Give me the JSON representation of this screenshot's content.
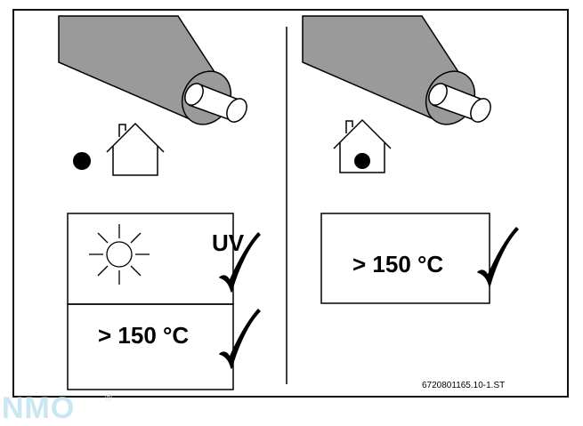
{
  "left_panel": {
    "uv_label": "UV",
    "temperature_label": "> 150 °C"
  },
  "right_panel": {
    "temperature_label": "> 150 °C"
  },
  "figure_code": "6720801165.10-1.ST",
  "watermark": "NMO",
  "watermark_mark": "®",
  "colors": {
    "pipe_fill": "#9a9a9a",
    "line": "#000000",
    "watermark": "#c9e6f2"
  },
  "icons": {
    "left": [
      "pipe-icon",
      "bullet-icon",
      "house-icon",
      "sun-icon",
      "checkmark-icon",
      "checkmark-icon"
    ],
    "right": [
      "pipe-icon",
      "house-with-dot-icon",
      "checkmark-icon"
    ]
  }
}
